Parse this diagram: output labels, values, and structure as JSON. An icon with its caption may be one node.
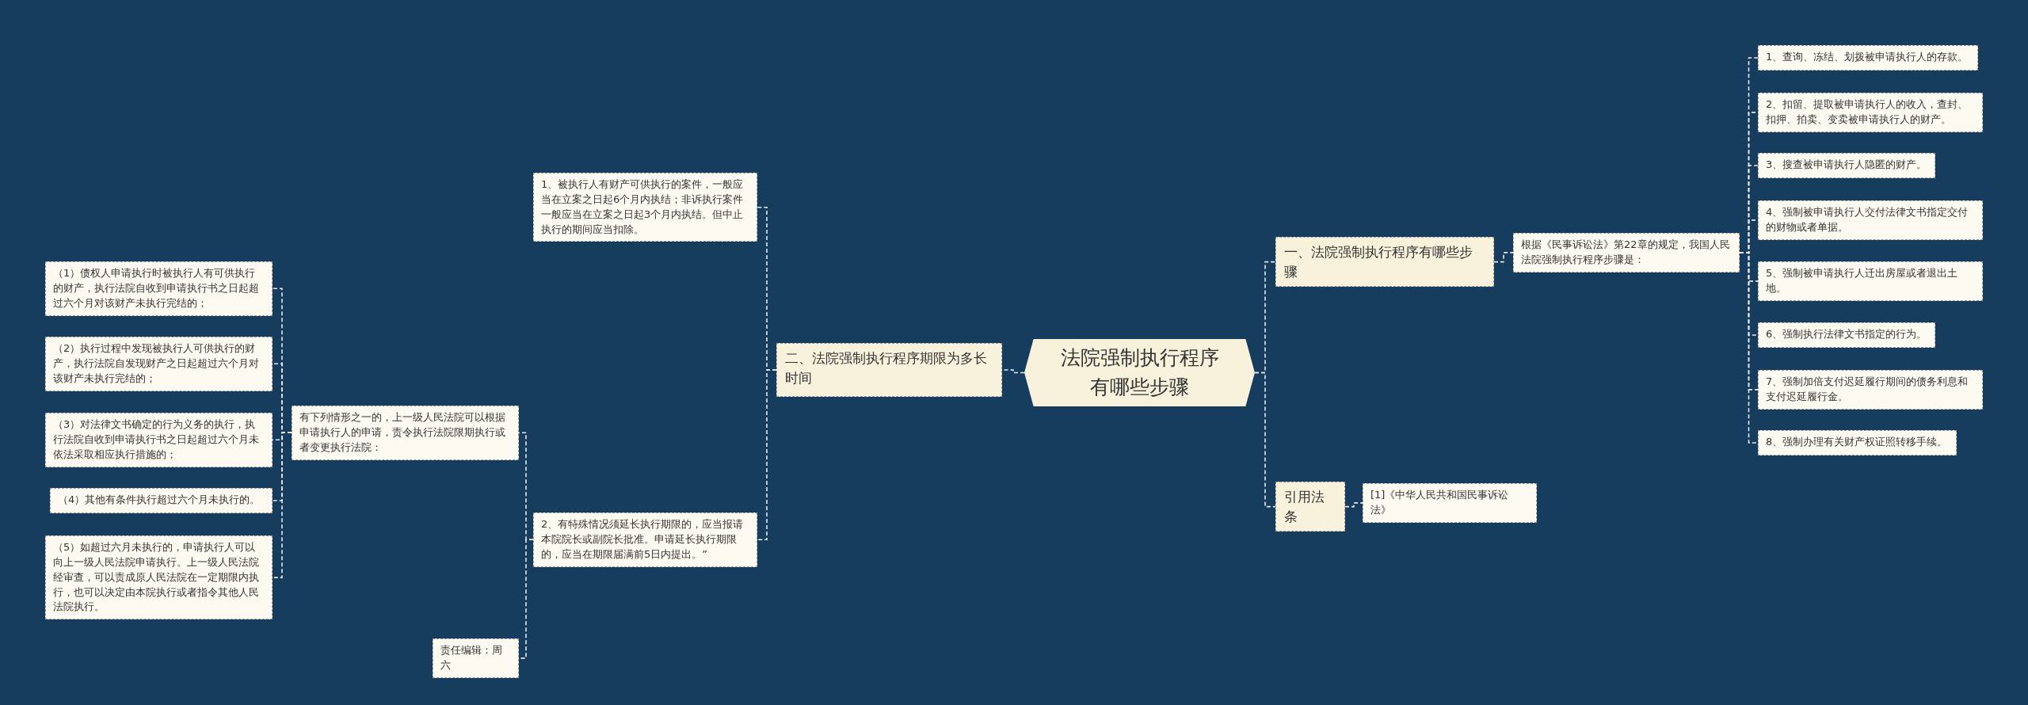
{
  "diagram": {
    "nodes": [
      {
        "text": [
          "法院强制执行程序有哪些步骤"
        ]
      },
      {
        "text": [
          "一、法院强制执行程序有哪些步骤"
        ]
      },
      {
        "text": [
          "根据《民事诉讼法》第22章的规定，我国人民法院强制执行程序步骤是："
        ]
      },
      {
        "text": [
          "1、查询、冻结、划拨被申请执行人的存款。"
        ]
      },
      {
        "text": [
          "2、扣留、提取被申请执行人的收入，查封、扣押、拍卖、变卖被申请执行人的财产。"
        ]
      },
      {
        "text": [
          "3、搜查被申请执行人隐匿的财产。"
        ]
      },
      {
        "text": [
          "4、强制被申请执行人交付法律文书指定交付的财物或者单据。"
        ]
      },
      {
        "text": [
          "5、强制被申请执行人迁出房屋或者退出土地。"
        ]
      },
      {
        "text": [
          "6、强制执行法律文书指定的行为。"
        ]
      },
      {
        "text": [
          "7、强制加倍支付迟延履行期间的债务利息和支付迟延履行金。"
        ]
      },
      {
        "text": [
          "8、强制办理有关财产权证照转移手续。"
        ]
      },
      {
        "text": [
          "引用法条"
        ]
      },
      {
        "text": [
          "[1]《中华人民共和国民事诉讼法》"
        ]
      },
      {
        "text": [
          "二、法院强制执行程序期限为多长时间"
        ]
      },
      {
        "text": [
          "1、被执行人有财产可供执行的案件，一般应当在立案之日起6个月内执结；非诉执行案件一般应当在立案之日起3个月内执结。但中止执行的期间应当扣除。"
        ]
      },
      {
        "text": [
          "2、有特殊情况须延长执行期限的，应当报请本院院长或副院长批准。申请延长执行期限的，应当在期限届满前5日内提出。”"
        ]
      },
      {
        "text": [
          "有下列情形之一的，上一级人民法院可以根据申请执行人的申请，责令执行法院限期执行或者变更执行法院："
        ]
      },
      {
        "text": [
          "责任编辑：周六"
        ]
      },
      {
        "text": [
          "（1）债权人申请执行时被执行人有可供执行的财产，执行法院自收到申请执行书之日起超过六个月对该财产未执行完结的；"
        ]
      },
      {
        "text": [
          "（2）执行过程中发现被执行人可供执行的财产，执行法院自发现财产之日起超过六个月对该财产未执行完结的；"
        ]
      },
      {
        "text": [
          "（3）对法律文书确定的行为义务的执行，执行法院自收到申请执行书之日起超过六个月未依法采取相应执行措施的；"
        ]
      },
      {
        "text": [
          "（4）其他有条件执行超过六个月未执行的。"
        ]
      },
      {
        "text": [
          "（5）如超过六月未执行的，申请执行人可以向上一级人民法院申请执行。上一级人民法院经审查，可以责成原人民法院在一定期限内执行，也可以决定由本院执行或者指令其他人民法院执行。"
        ]
      }
    ],
    "edges": [
      {
        "from": 0,
        "to": 1,
        "arrow": "none"
      },
      {
        "from": 0,
        "to": 11,
        "arrow": "none"
      },
      {
        "from": 0,
        "to": 13,
        "arrow": "none"
      },
      {
        "from": 1,
        "to": 2,
        "arrow": "none"
      },
      {
        "from": 2,
        "to": 3,
        "arrow": "none"
      },
      {
        "from": 2,
        "to": 4,
        "arrow": "none"
      },
      {
        "from": 2,
        "to": 5,
        "arrow": "none"
      },
      {
        "from": 2,
        "to": 6,
        "arrow": "none"
      },
      {
        "from": 2,
        "to": 7,
        "arrow": "none"
      },
      {
        "from": 2,
        "to": 8,
        "arrow": "none"
      },
      {
        "from": 2,
        "to": 9,
        "arrow": "none"
      },
      {
        "from": 2,
        "to": 10,
        "arrow": "none"
      },
      {
        "from": 11,
        "to": 12,
        "arrow": "none"
      },
      {
        "from": 13,
        "to": 14,
        "arrow": "none"
      },
      {
        "from": 13,
        "to": 15,
        "arrow": "none"
      },
      {
        "from": 15,
        "to": 16,
        "arrow": "none"
      },
      {
        "from": 15,
        "to": 17,
        "arrow": "none"
      },
      {
        "from": 16,
        "to": 18,
        "arrow": "none"
      },
      {
        "from": 16,
        "to": 19,
        "arrow": "none"
      },
      {
        "from": 16,
        "to": 20,
        "arrow": "none"
      },
      {
        "from": 16,
        "to": 21,
        "arrow": "none"
      },
      {
        "from": 16,
        "to": 22,
        "arrow": "none"
      }
    ]
  }
}
